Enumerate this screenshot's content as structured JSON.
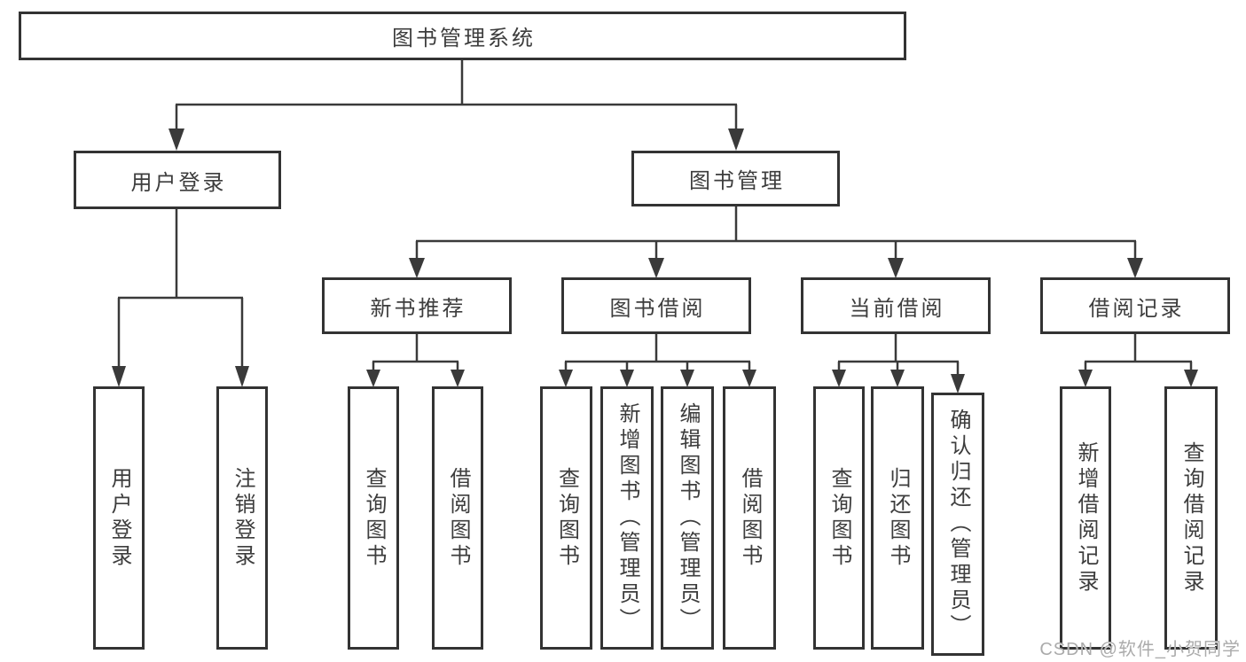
{
  "nodes": {
    "root": "图书管理系统",
    "login": "用户登录",
    "mgmt": "图书管理",
    "login_children": [
      "用户登录",
      "注销登录"
    ],
    "modules": {
      "recommend": {
        "label": "新书推荐",
        "children": [
          "查询图书",
          "借阅图书"
        ]
      },
      "borrow": {
        "label": "图书借阅",
        "children": [
          "查询图书",
          "新增图书（管理员）",
          "编辑图书（管理员）",
          "借阅图书"
        ]
      },
      "current": {
        "label": "当前借阅",
        "children": [
          "查询图书",
          "归还图书",
          "确认归还（管理员）"
        ]
      },
      "records": {
        "label": "借阅记录",
        "children": [
          "新增借阅记录",
          "查询借阅记录"
        ]
      }
    }
  },
  "colors": {
    "line": "#3a3a3a",
    "border": "#333333",
    "text": "#3d3d3d",
    "watermark": "#ababab"
  },
  "watermark": "CSDN @软件_小贺同学"
}
